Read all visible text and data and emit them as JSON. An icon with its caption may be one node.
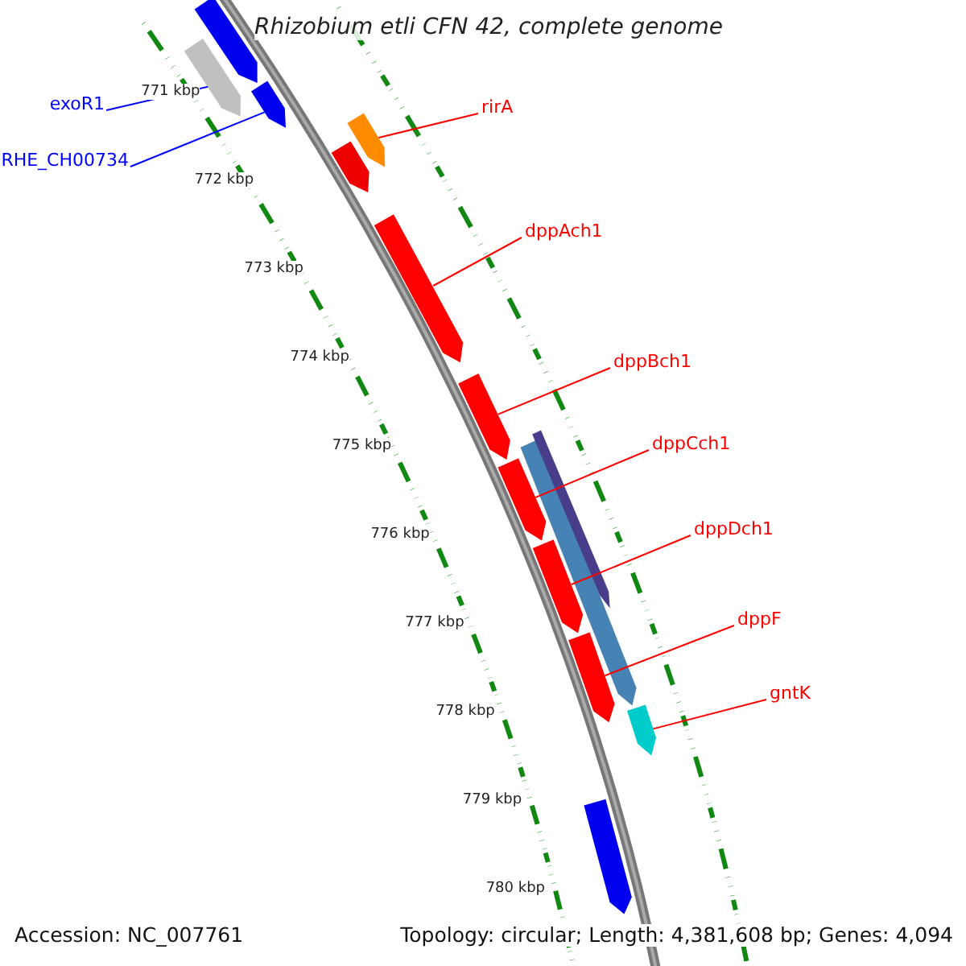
{
  "diagram": {
    "title": "Rhizobium etli CFN 42, complete genome",
    "nodes": [
      {
        "text": [
          "exoR1"
        ]
      },
      {
        "text": [],
        "shape": "arrow"
      },
      {
        "text": [
          "RHE_CH00734"
        ]
      },
      {
        "text": [],
        "shape": "arrow"
      },
      {
        "text": [
          "rirA"
        ]
      },
      {
        "text": [],
        "shape": "arrow"
      },
      {
        "text": [
          "dppAch1"
        ]
      },
      {
        "text": [],
        "shape": "arrow"
      },
      {
        "text": [
          "dppBch1"
        ]
      },
      {
        "text": [],
        "shape": "arrow"
      },
      {
        "text": [
          "dppCch1"
        ]
      },
      {
        "text": [],
        "shape": "arrow"
      },
      {
        "text": [
          "dppDch1"
        ]
      },
      {
        "text": [],
        "shape": "arrow"
      },
      {
        "text": [
          "dppF"
        ]
      },
      {
        "text": [],
        "shape": "arrow"
      },
      {
        "text": [
          "gntK"
        ]
      },
      {
        "text": [],
        "shape": "arrow"
      },
      {
        "text": [],
        "shape": "arrow"
      },
      {
        "text": [],
        "shape": "arrow"
      },
      {
        "text": [],
        "shape": "arrow"
      },
      {
        "text": [],
        "shape": "arrow"
      },
      {
        "text": [],
        "shape": "arrow"
      }
    ],
    "edges": [
      {
        "from": 0,
        "to": 1,
        "arrow": "none",
        "color": "#0000ff"
      },
      {
        "from": 2,
        "to": 3,
        "arrow": "none",
        "color": "#0000ff"
      },
      {
        "from": 4,
        "to": 5,
        "arrow": "none"
      },
      {
        "from": 6,
        "to": 7,
        "arrow": "none"
      },
      {
        "from": 8,
        "to": 9,
        "arrow": "none"
      },
      {
        "from": 10,
        "to": 11,
        "arrow": "none"
      },
      {
        "from": 12,
        "to": 13,
        "arrow": "none"
      },
      {
        "from": 14,
        "to": 15,
        "arrow": "none"
      },
      {
        "from": 16,
        "to": 17,
        "arrow": "none"
      }
    ],
    "labels": [
      "771 kbp",
      "772 kbp",
      "773 kbp",
      "774 kbp",
      "775 kbp",
      "776 kbp",
      "777 kbp",
      "778 kbp",
      "779 kbp",
      "780 kbp",
      "Accession: NC_007761",
      "Topology: circular; Length: 4,381,608 bp; Genes: 4,094"
    ]
  }
}
